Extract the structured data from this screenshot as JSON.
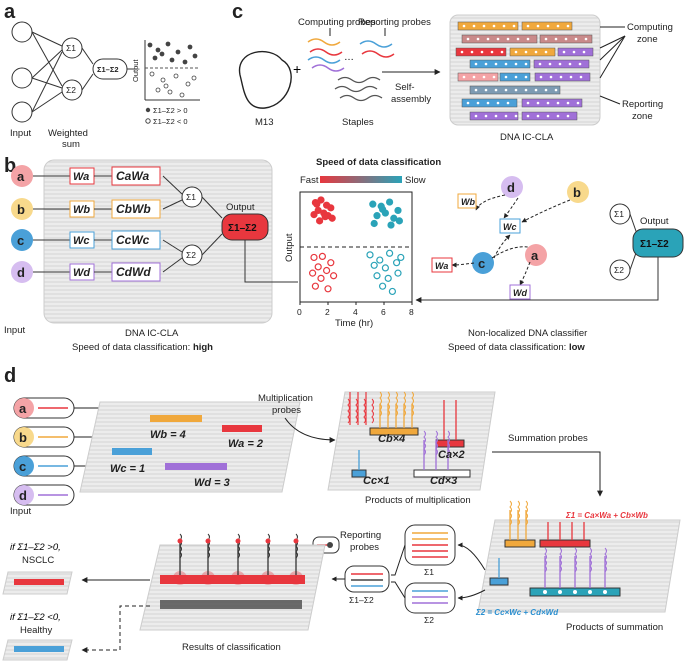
{
  "panel_a": {
    "letter": "a",
    "input_label": "Input",
    "weighted_label": "Weighted",
    "sum_label": "sum",
    "sigma1": "Σ1",
    "sigma2": "Σ2",
    "out_node": "Σ1–Σ2",
    "axis_y": "Output",
    "legend_pos": "Σ1–Σ2 > 0",
    "legend_neg": "Σ1–Σ2 < 0"
  },
  "panel_b": {
    "letter": "b",
    "inputs": [
      "a",
      "b",
      "c",
      "d"
    ],
    "weights": [
      "Wa",
      "Wb",
      "Wc",
      "Wd"
    ],
    "products": [
      "CaWa",
      "CbWb",
      "CcWc",
      "CdWd"
    ],
    "input_label": "Input",
    "output_label": "Output",
    "out_node": "Σ1–Σ2",
    "caption1": "DNA IC-CLA",
    "caption2_prefix": "Speed of data classification: ",
    "caption2_value": "high",
    "chart_title": "Speed of data classification",
    "fast": "Fast",
    "slow": "Slow",
    "xlabel": "Time (hr)",
    "ylabel": "Output",
    "xticks": [
      "0",
      "2",
      "4",
      "6",
      "8"
    ],
    "right_caption1": "Non-localized DNA classifier",
    "right_caption2_prefix": "Speed of data classification: ",
    "right_caption2_value": "low",
    "right_output_label": "Output"
  },
  "panel_c": {
    "letter": "c",
    "computing_probes": "Computing probes",
    "reporting_probes": "Reporting probes",
    "m13": "M13",
    "staples": "Staples",
    "self": "Self-",
    "assembly": "assembly",
    "computing": "Computing",
    "zone": "zone",
    "reporting": "Reporting",
    "zone2": "zone",
    "title": "DNA IC-CLA"
  },
  "panel_d": {
    "letter": "d",
    "inputs": [
      "a",
      "b",
      "c",
      "d"
    ],
    "input_label": "Input",
    "wb": "Wb = 4",
    "wa": "Wa = 2",
    "wc": "Wc = 1",
    "wd": "Wd = 3",
    "mult_probes1": "Multiplication",
    "mult_probes2": "probes",
    "cb4": "Cb×4",
    "ca2": "Ca×2",
    "cc1": "Cc×1",
    "cd3": "Cd×3",
    "products_mult": "Products of multiplication",
    "summation_probes": "Summation probes",
    "sum1_eq": "Σ1 = Ca×Wa + Cb×Wb",
    "sum2_eq": "Σ2 = Cc×Wc + Cd×Wd",
    "products_sum": "Products of summation",
    "reporting1": "Reporting",
    "reporting2": "probes",
    "sig1": "Σ1",
    "sig2": "Σ2",
    "diff": "Σ1–Σ2",
    "results": "Results of classification",
    "if_pos": "if Σ1–Σ2 >0,",
    "nsclc": "NSCLC",
    "if_neg": "if Σ1–Σ2 <0,",
    "healthy": "Healthy"
  },
  "colors": {
    "a": "#f4a3a6",
    "b": "#f8d98c",
    "c": "#4aa0d8",
    "d": "#d6bdf0",
    "red": "#e8373e",
    "teal": "#2aa3b8",
    "orange": "#f0a83c",
    "purple": "#a070d8"
  },
  "chart_data": {
    "type": "scatter",
    "title": "Speed of data classification",
    "xlabel": "Time (hr)",
    "ylabel": "Output",
    "xlim": [
      0,
      8
    ],
    "xticks": [
      0,
      2,
      4,
      6,
      8
    ],
    "legend": [
      "Fast",
      "Slow"
    ],
    "series": [
      {
        "name": "fast-positive",
        "x": [
          1.1,
          1.5,
          1.9,
          1.3,
          2.2,
          1.0,
          1.7,
          2.3,
          1.4,
          2.0,
          1.2,
          1.8
        ],
        "y": [
          0.85,
          0.9,
          0.8,
          0.7,
          0.75,
          0.62,
          0.65,
          0.55,
          0.5,
          0.6,
          0.82,
          0.58
        ]
      },
      {
        "name": "fast-negative",
        "x": [
          1.0,
          1.6,
          2.2,
          1.3,
          1.9,
          0.9,
          1.5,
          2.4,
          1.1,
          2.0
        ],
        "y": [
          -0.2,
          -0.18,
          -0.3,
          -0.38,
          -0.45,
          -0.5,
          -0.6,
          -0.55,
          -0.75,
          -0.8
        ]
      },
      {
        "name": "slow-positive",
        "x": [
          5.2,
          5.8,
          6.4,
          7.0,
          5.5,
          6.1,
          6.7,
          5.3,
          6.5,
          7.1,
          5.9
        ],
        "y": [
          0.82,
          0.78,
          0.86,
          0.7,
          0.6,
          0.65,
          0.55,
          0.45,
          0.42,
          0.5,
          0.72
        ]
      },
      {
        "name": "slow-negative",
        "x": [
          5.0,
          5.7,
          6.4,
          7.2,
          5.3,
          6.1,
          6.9,
          5.5,
          6.3,
          7.0,
          5.9,
          6.6
        ],
        "y": [
          -0.15,
          -0.25,
          -0.12,
          -0.2,
          -0.35,
          -0.4,
          -0.3,
          -0.55,
          -0.6,
          -0.5,
          -0.75,
          -0.85
        ]
      }
    ]
  }
}
